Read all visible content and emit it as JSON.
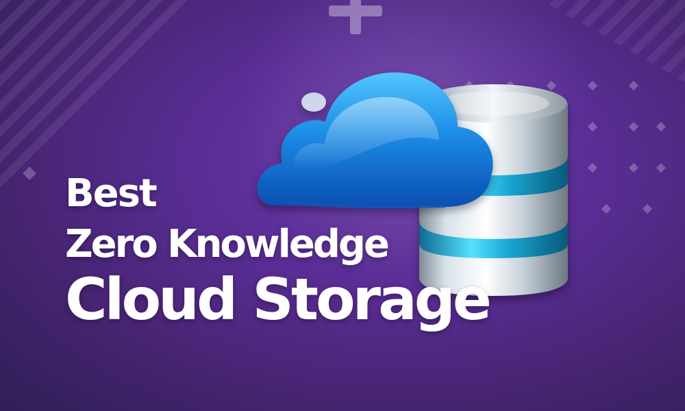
{
  "headline": {
    "line1": "Best",
    "line2": "Zero Knowledge",
    "line3": "Cloud Storage"
  },
  "illustration": {
    "cloud_icon": "cloud-icon",
    "database_icon": "database-icon"
  },
  "colors": {
    "background_primary": "#5a2d96",
    "background_dark": "#2f1f57",
    "cloud_blue": "#1f8fe0",
    "accent_cyan": "#4ad6ff",
    "text": "#ffffff"
  }
}
